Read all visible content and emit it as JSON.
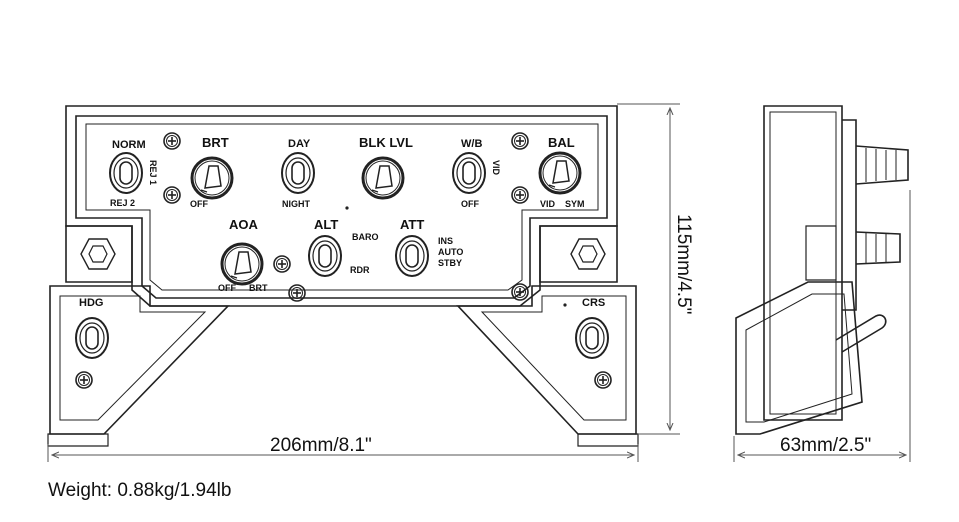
{
  "dimensions": {
    "width": "206mm/8.1\"",
    "height": "115mm/4.5\"",
    "depth": "63mm/2.5\""
  },
  "weight": "Weight: 0.88kg/1.94lb",
  "panel_labels": {
    "norm": "NORM",
    "rej1": "REJ 1",
    "rej2": "REJ 2",
    "brt": "BRT",
    "off_brt": "OFF",
    "day": "DAY",
    "night": "NIGHT",
    "blk_lvl": "BLK LVL",
    "wb": "W/B",
    "vid": "VID",
    "off_wb": "OFF",
    "bal": "BAL",
    "vid_bal": "VID",
    "sym": "SYM",
    "aoa": "AOA",
    "off_aoa": "OFF",
    "brt_aoa": "BRT",
    "alt": "ALT",
    "baro": "BARO",
    "rdr": "RDR",
    "att": "ATT",
    "ins": "INS",
    "auto": "AUTO",
    "stby": "STBY",
    "hdg": "HDG",
    "crs": "CRS"
  }
}
